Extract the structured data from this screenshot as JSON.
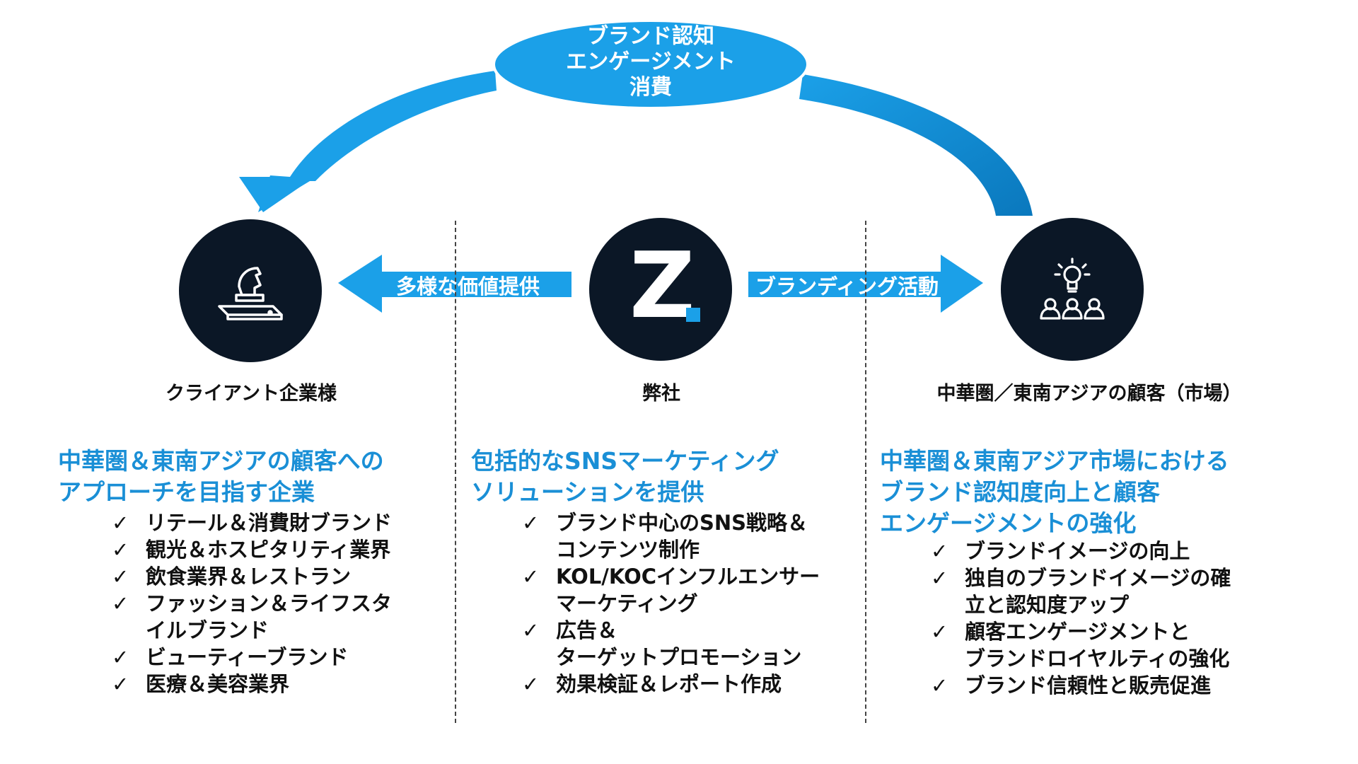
{
  "top_cycle": {
    "lines": [
      "ブランド認知",
      "エンゲージメント",
      "消費"
    ]
  },
  "arrows": {
    "left_label": "多様な価値提供",
    "right_label": "ブランディング活動"
  },
  "columns": [
    {
      "title": "クライアント企業様",
      "icon": "chess-knight-icon",
      "heading_lines": [
        "中華圏＆東南アジアの顧客への",
        "アプローチを目指す企業"
      ],
      "items": [
        [
          "リテール＆消費財ブランド"
        ],
        [
          "観光＆ホスピタリティ業界"
        ],
        [
          "飲食業界＆レストラン"
        ],
        [
          "ファッション＆ライフスタ",
          "イルブランド"
        ],
        [
          "ビューティーブランド"
        ],
        [
          "医療＆美容業界"
        ]
      ]
    },
    {
      "title": "弊社",
      "icon": "z-logo",
      "logo_letter": "Z",
      "heading_lines": [
        "包括的なSNSマーケティング",
        "ソリューションを提供"
      ],
      "items": [
        [
          "ブランド中心のSNS戦略＆",
          "コンテンツ制作"
        ],
        [
          "KOL/KOCインフルエンサー",
          "マーケティング"
        ],
        [
          "広告＆",
          "ターゲットプロモーション"
        ],
        [
          "効果検証＆レポート作成"
        ]
      ]
    },
    {
      "title": "中華圏／東南アジアの顧客（市場）",
      "icon": "lightbulb-audience-icon",
      "heading_lines": [
        "中華圏＆東南アジア市場における",
        "ブランド認知度向上と顧客",
        "エンゲージメントの強化"
      ],
      "items": [
        [
          "ブランドイメージの向上"
        ],
        [
          "独自のブランドイメージの確",
          "立と認知度アップ"
        ],
        [
          "顧客エンゲージメントと",
          "ブランドロイヤルティの強化"
        ],
        [
          "ブランド信頼性と販売促進"
        ]
      ]
    }
  ],
  "check_mark": "✓",
  "colors": {
    "accent": "#1ba0e8",
    "accent_dark": "#0a7fc4",
    "circle": "#0b1726",
    "heading": "#1a8fd6"
  }
}
